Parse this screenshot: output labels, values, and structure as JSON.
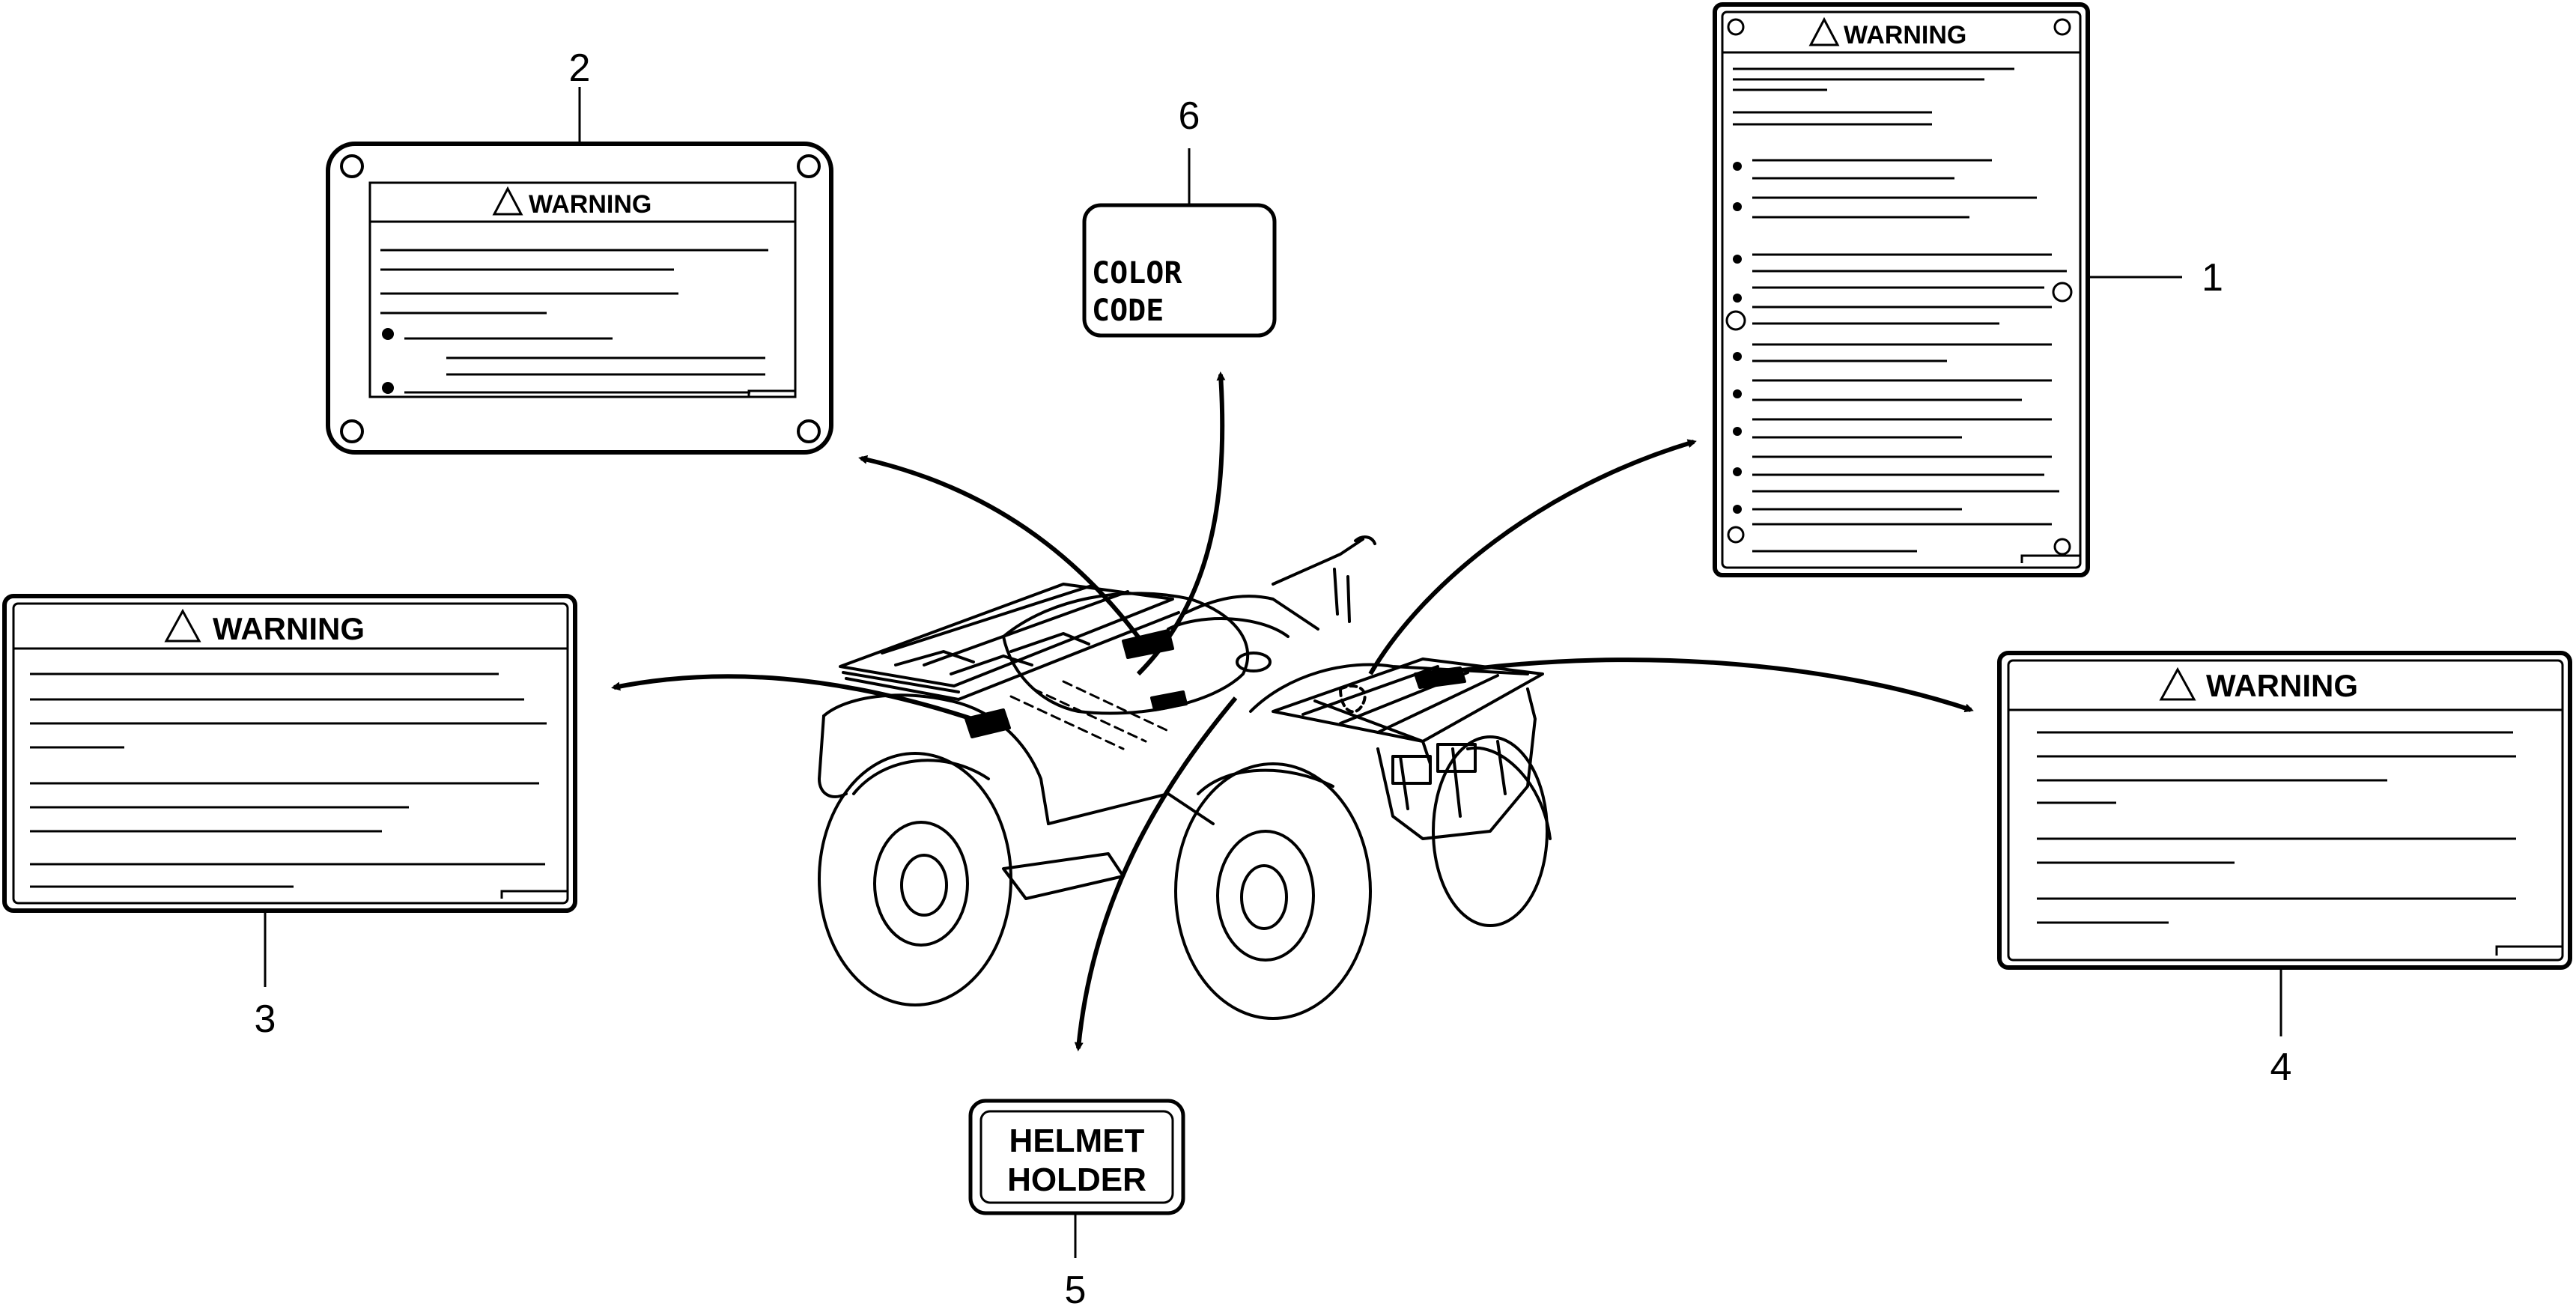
{
  "labels": [
    {
      "id": "1",
      "callout": "1",
      "heading": "WARNING"
    },
    {
      "id": "2",
      "callout": "2",
      "heading": "WARNING"
    },
    {
      "id": "3",
      "callout": "3",
      "heading": "WARNING"
    },
    {
      "id": "4",
      "callout": "4",
      "heading": "WARNING"
    },
    {
      "id": "5",
      "callout": "5",
      "text_lines": [
        "HELMET",
        "HOLDER"
      ]
    },
    {
      "id": "6",
      "callout": "6",
      "text_lines": [
        "COLOR",
        "CODE"
      ]
    }
  ],
  "colors": {
    "line": "#000000",
    "background": "#ffffff"
  },
  "icons": [
    "warning-triangle-icon",
    "atv-vehicle"
  ]
}
